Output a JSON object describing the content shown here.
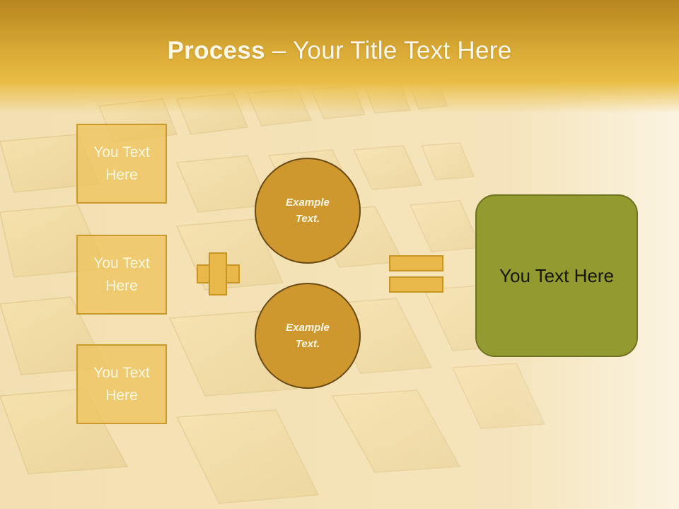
{
  "title": {
    "bold": "Process",
    "rest": " – Your Title Text Here"
  },
  "left_boxes": [
    {
      "label": "You Text Here"
    },
    {
      "label": "You Text Here"
    },
    {
      "label": "You Text Here"
    }
  ],
  "circles": [
    {
      "label": "Example Text."
    },
    {
      "label": "Example Text."
    }
  ],
  "result": {
    "label": "You Text Here"
  },
  "colors": {
    "title_band": "#d9aa35",
    "box_fill": "#eec460",
    "circle_fill": "#cf982e",
    "result_fill": "#939a30",
    "operator_fill": "#e9b84a"
  },
  "icons": {
    "plus": "plus-icon",
    "equals": "equals-icon"
  }
}
